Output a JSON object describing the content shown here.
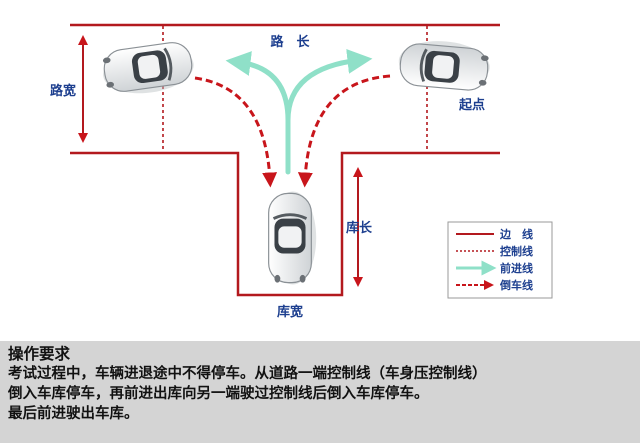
{
  "labels": {
    "road_length": "路　长",
    "road_width": "路宽",
    "start": "起点",
    "garage_length": "库长",
    "garage_width": "库宽"
  },
  "legend": [
    {
      "key": "edge",
      "label": "边　线",
      "color": "#b3191e",
      "style": "solid"
    },
    {
      "key": "control",
      "label": "控制线",
      "color": "#b3191e",
      "style": "dotted"
    },
    {
      "key": "forward",
      "label": "前进线",
      "color": "#8fe0c8",
      "style": "arrow"
    },
    {
      "key": "reverse",
      "label": "倒车线",
      "color": "#c8151b",
      "style": "dashed-arrow"
    }
  ],
  "instructions": {
    "heading": "操作要求",
    "lines": [
      "考试过程中，车辆进退途中不得停车。从道路一端控制线（车身压控制线）",
      "倒入车库停车，再前进出库向另一端驶过控制线后倒入车库停车。",
      "最后前进驶出车库。"
    ]
  },
  "colors": {
    "line_red": "#b3191e",
    "forward_cyan": "#8fe0c8",
    "reverse_red": "#c8151b",
    "label_blue": "#1d3f8f",
    "panel_gray": "#d4d4d4"
  }
}
